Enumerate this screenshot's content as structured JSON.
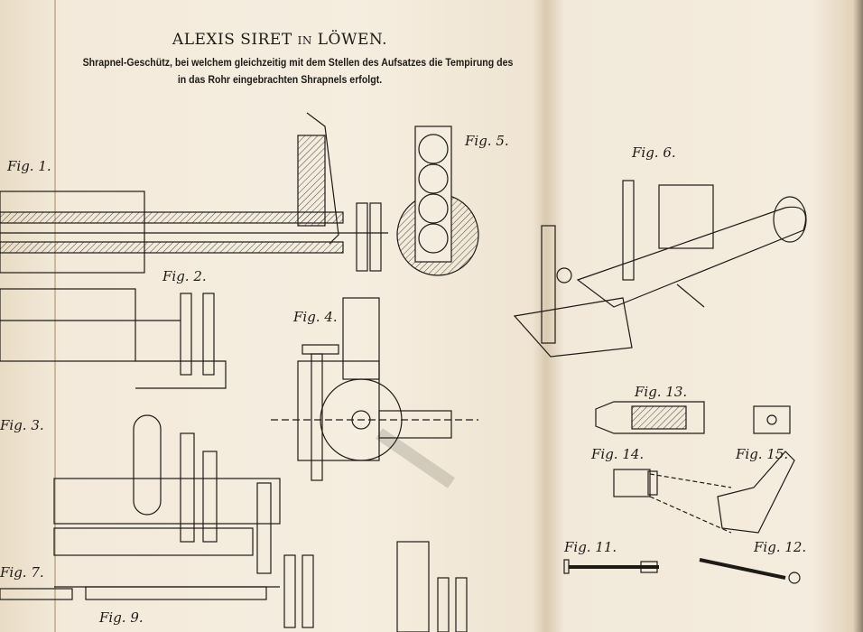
{
  "header": {
    "inventor": "ALEXIS SIRET",
    "connector": "IN",
    "place": "LÖWEN.",
    "subtitle_line1": "Shrapnel-Geschütz, bei welchem gleichzeitig mit dem Stellen des Aufsatzes die Tempirung des",
    "subtitle_line2": "in das Rohr eingebrachten Shrapnels erfolgt."
  },
  "figures": [
    "Fig. 1.",
    "Fig. 2.",
    "Fig. 3.",
    "Fig. 4.",
    "Fig. 5.",
    "Fig. 6.",
    "Fig. 7.",
    "Fig. 9.",
    "Fig. 11.",
    "Fig. 12.",
    "Fig. 13.",
    "Fig. 14.",
    "Fig. 15."
  ],
  "colors": {
    "paper": "#f4ecde",
    "ink": "#1e1a16"
  }
}
